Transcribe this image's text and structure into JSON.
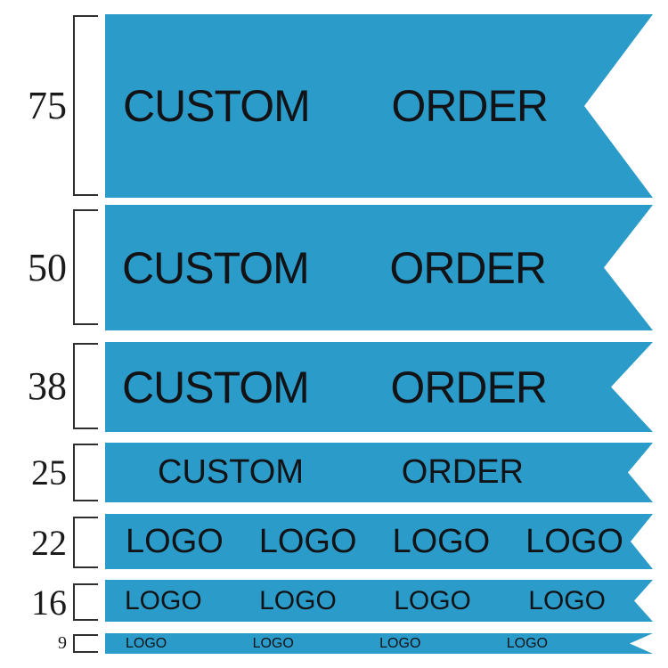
{
  "title": "ribbon-size-chart",
  "colors": {
    "ribbon_blue": "#2b9cca",
    "text_dark": "#121316",
    "bracket_line": "#2f2f2f",
    "background": "#ffffff"
  },
  "sizes": [
    "75",
    "50",
    "38",
    "25",
    "22",
    "16",
    "9"
  ],
  "ribbons": [
    {
      "size_label": "75",
      "words": [
        "CUSTOM",
        "ORDER"
      ]
    },
    {
      "size_label": "50",
      "words": [
        "CUSTOM",
        "ORDER"
      ]
    },
    {
      "size_label": "38",
      "words": [
        "CUSTOM",
        "ORDER"
      ]
    },
    {
      "size_label": "25",
      "words": [
        "CUSTOM",
        "ORDER"
      ]
    },
    {
      "size_label": "22",
      "words": [
        "LOGO",
        "LOGO",
        "LOGO",
        "LOGO"
      ]
    },
    {
      "size_label": "16",
      "words": [
        "LOGO",
        "LOGO",
        "LOGO",
        "LOGO"
      ]
    },
    {
      "size_label": "9",
      "words": [
        "LOGO",
        "LOGO",
        "LOGO",
        "LOGO"
      ]
    }
  ]
}
